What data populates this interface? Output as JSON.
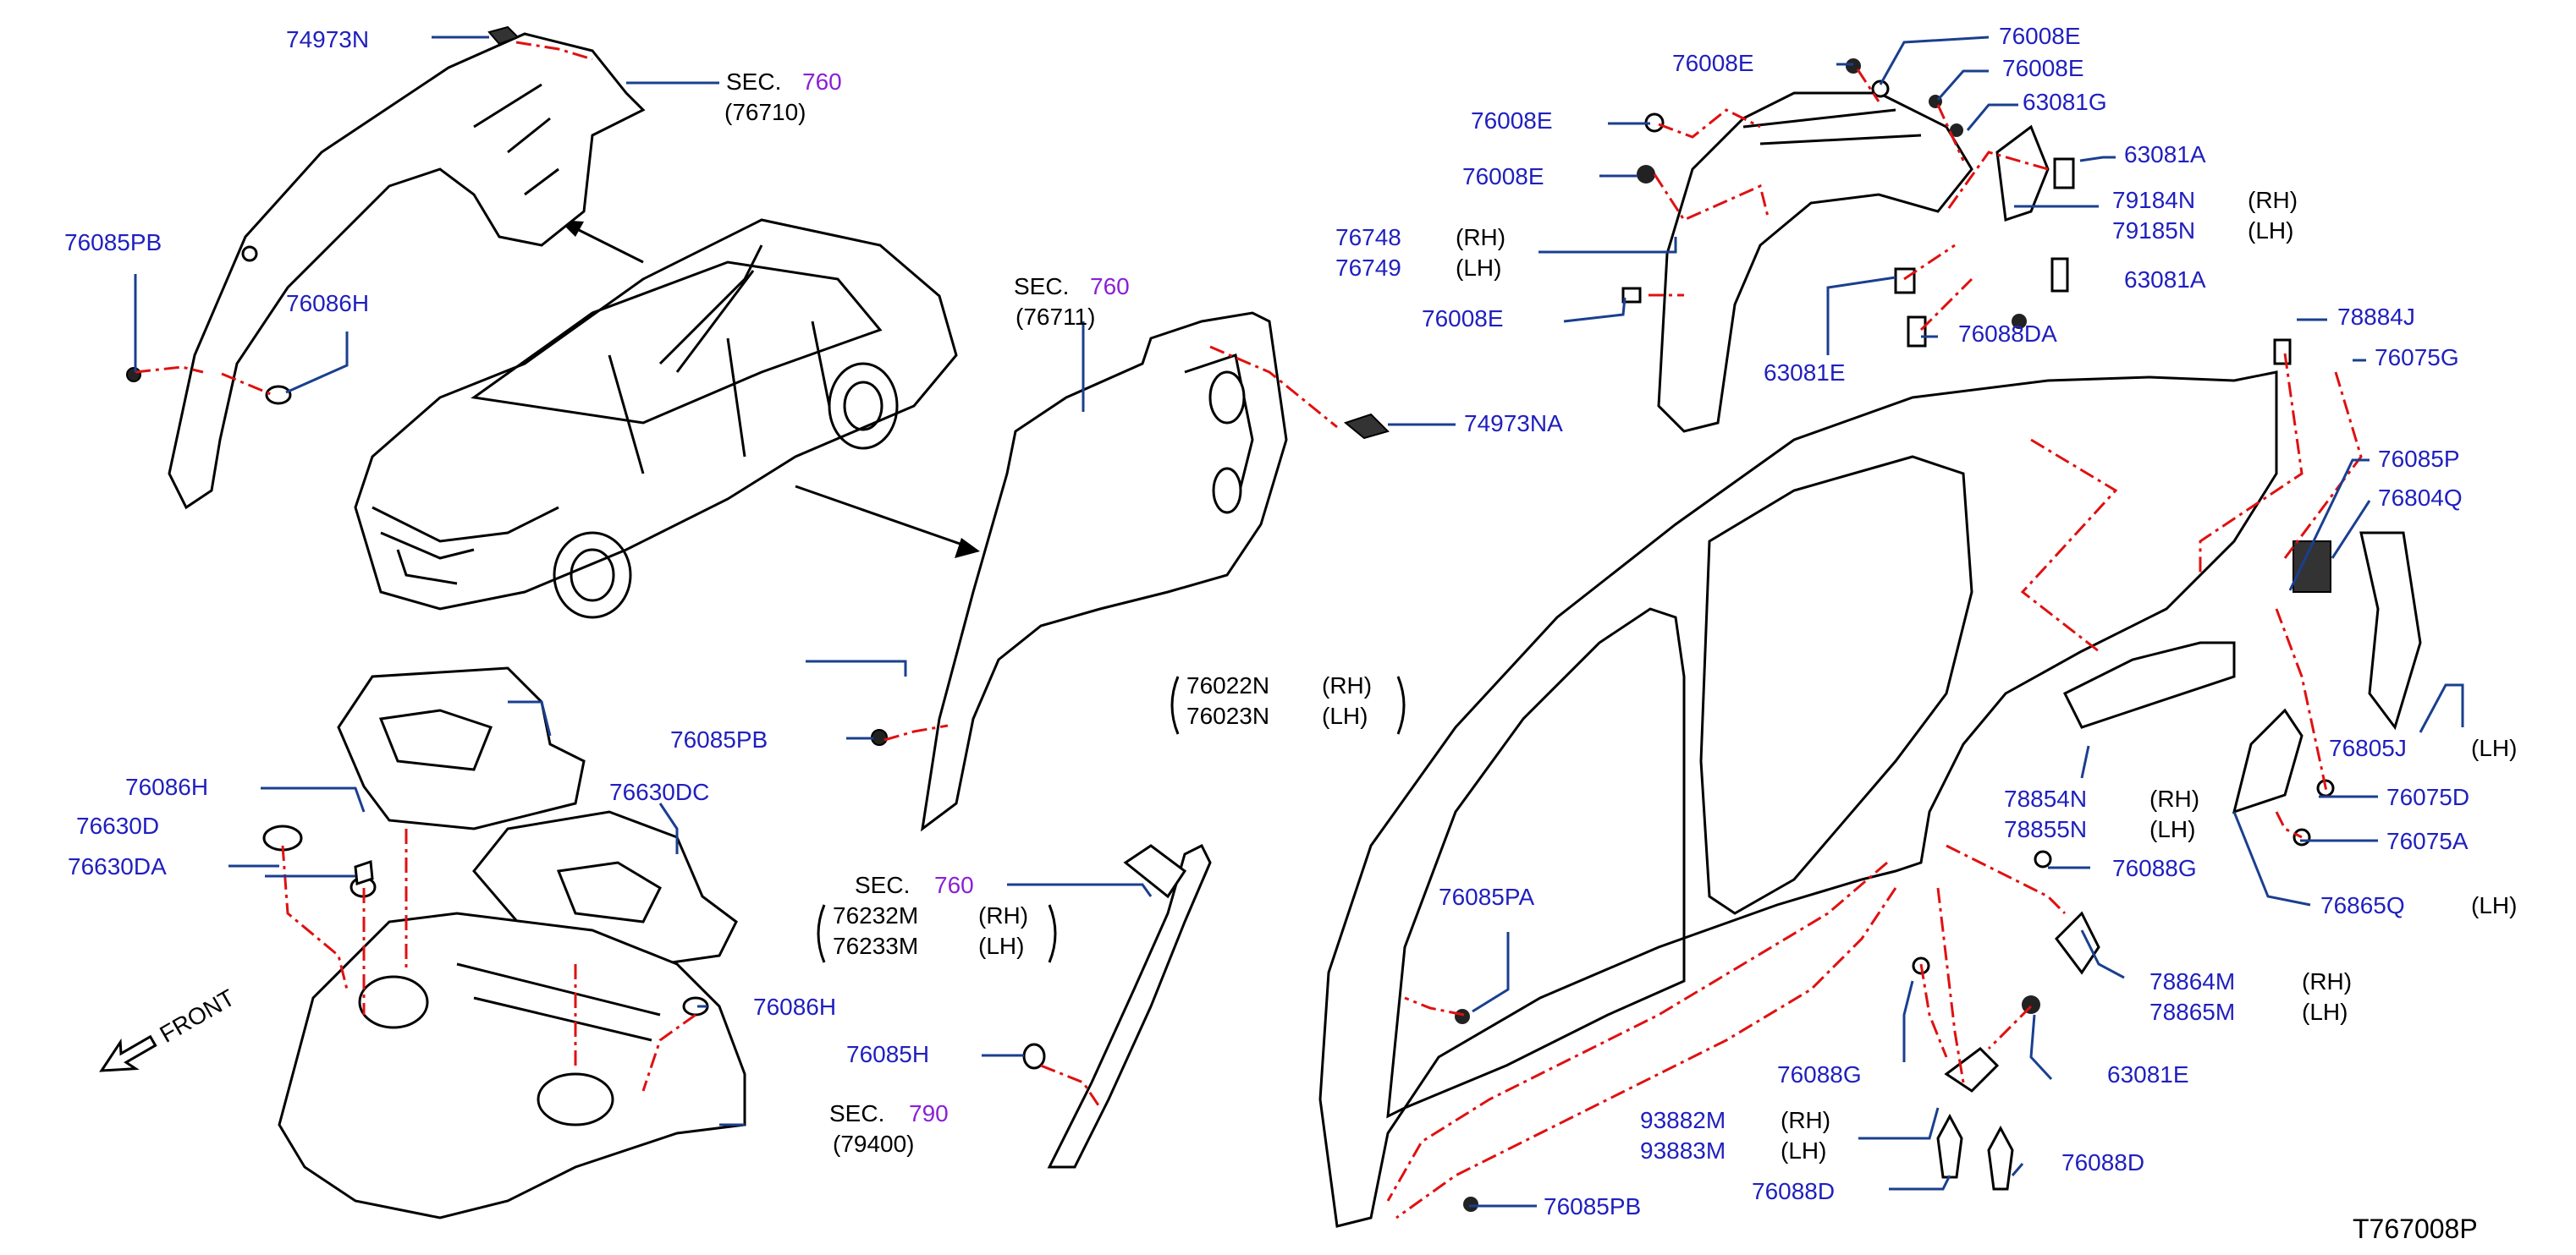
{
  "diagram": {
    "code": "T767008P",
    "colors": {
      "part_label": "#1f1fbf",
      "section_number": "#8a1fd6",
      "leader_line": "#1a3f8f",
      "connector_dash": "#e01010",
      "ink": "#000000"
    },
    "labels": {
      "p74973N": "74973N",
      "sec760a": "SEC.",
      "sec760a_num": "760",
      "sec760a_sub": "(76710)",
      "p76085PB_a": "76085PB",
      "p76086H_a": "76086H",
      "p76008E_1": "76008E",
      "p76008E_2": "76008E",
      "p76008E_3": "76008E",
      "p76008E_4": "76008E",
      "p76008E_5": "76008E",
      "p76008E_6": "76008E",
      "p63081G": "63081G",
      "p63081A_1": "63081A",
      "p63081A_2": "63081A",
      "p79184N": "79184N",
      "p79184N_side": "(RH)",
      "p79185N": "79185N",
      "p79185N_side": "(LH)",
      "p76748": "76748",
      "p76748_side": "(RH)",
      "p76749": "76749",
      "p76749_side": "(LH)",
      "p76088DA": "76088DA",
      "p63081E_a": "63081E",
      "p78884J": "78884J",
      "p76075G": "76075G",
      "p76085P": "76085P",
      "p76804Q": "76804Q",
      "sec760b": "SEC.",
      "sec760b_num": "760",
      "sec760b_sub": "(76711)",
      "p74973NA": "74973NA",
      "p76022N": "76022N",
      "p76022N_side": "(RH)",
      "p76023N": "76023N",
      "p76023N_side": "(LH)",
      "p76085PB_b": "76085PB",
      "p76805J": "76805J",
      "p76805J_side": "(LH)",
      "p78854N": "78854N",
      "p78854N_side": "(RH)",
      "p78855N": "78855N",
      "p78855N_side": "(LH)",
      "p76075D": "76075D",
      "p76075A": "76075A",
      "p76865Q": "76865Q",
      "p76865Q_side": "(LH)",
      "p76088G_a": "76088G",
      "p76086H_b": "76086H",
      "p76630D": "76630D",
      "p76630DA": "76630DA",
      "p76630DC": "76630DC",
      "sec760c": "SEC.",
      "sec760c_num": "760",
      "p76232M": "76232M",
      "p76232M_side": "(RH)",
      "p76233M": "76233M",
      "p76233M_side": "(LH)",
      "p76085PA": "76085PA",
      "p78864M": "78864M",
      "p78864M_side": "(RH)",
      "p78865M": "78865M",
      "p78865M_side": "(LH)",
      "p76086H_c": "76086H",
      "p76085H": "76085H",
      "p76088G_b": "76088G",
      "p63081E_b": "63081E",
      "sec790": "SEC.",
      "sec790_num": "790",
      "sec790_sub": "(79400)",
      "p93882M": "93882M",
      "p93882M_side": "(RH)",
      "p93883M": "93883M",
      "p93883M_side": "(LH)",
      "p76088D_a": "76088D",
      "p76088D_b": "76088D",
      "p76085PB_c": "76085PB",
      "front": "FRONT"
    }
  }
}
